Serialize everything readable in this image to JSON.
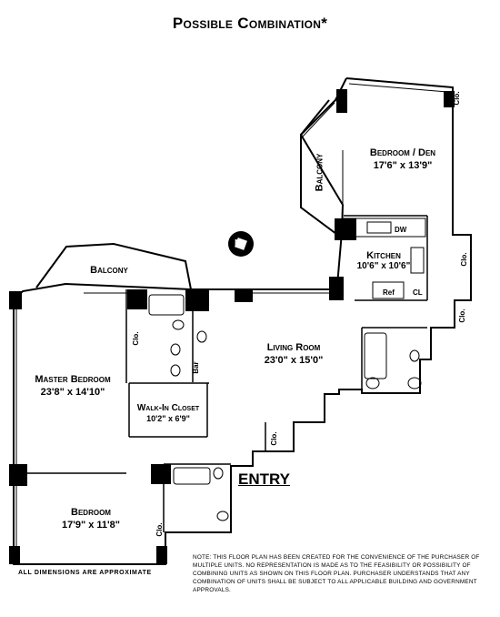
{
  "title": "Possible Combination*",
  "rooms": {
    "bedroom_den": {
      "name": "Bedroom / Den",
      "dims": "17'6\" x 13'9\""
    },
    "kitchen": {
      "name": "Kitchen",
      "dims": "10'6\" x 10'6\""
    },
    "living_room": {
      "name": "Living Room",
      "dims": "23'0\" x 15'0\""
    },
    "master_bedroom": {
      "name": "Master Bedroom",
      "dims": "23'8\" x 14'10\""
    },
    "walk_in_closet": {
      "name": "Walk-In Closet",
      "dims": "10'2\" x 6'9\""
    },
    "bedroom": {
      "name": "Bedroom",
      "dims": "17'9\" x 11'8\""
    }
  },
  "balconies": [
    "Balcony",
    "Balcony"
  ],
  "closet_label": "Clo.",
  "bar_label": "Bar",
  "dw_label": "DW",
  "ref_label": "Ref",
  "cl_label": "CL",
  "compass_letter": "N",
  "entry_label": "ENTRY",
  "dimensions_note": "All dimensions are approximate",
  "note": "NOTE: This floor plan has been created for the convenience of the purchaser of multiple units. No representation is made as to the feasibility or possibility of combining units as shown on this floor plan. Purchaser understands that any combination of units shall be subject to all applicable building and government approvals."
}
